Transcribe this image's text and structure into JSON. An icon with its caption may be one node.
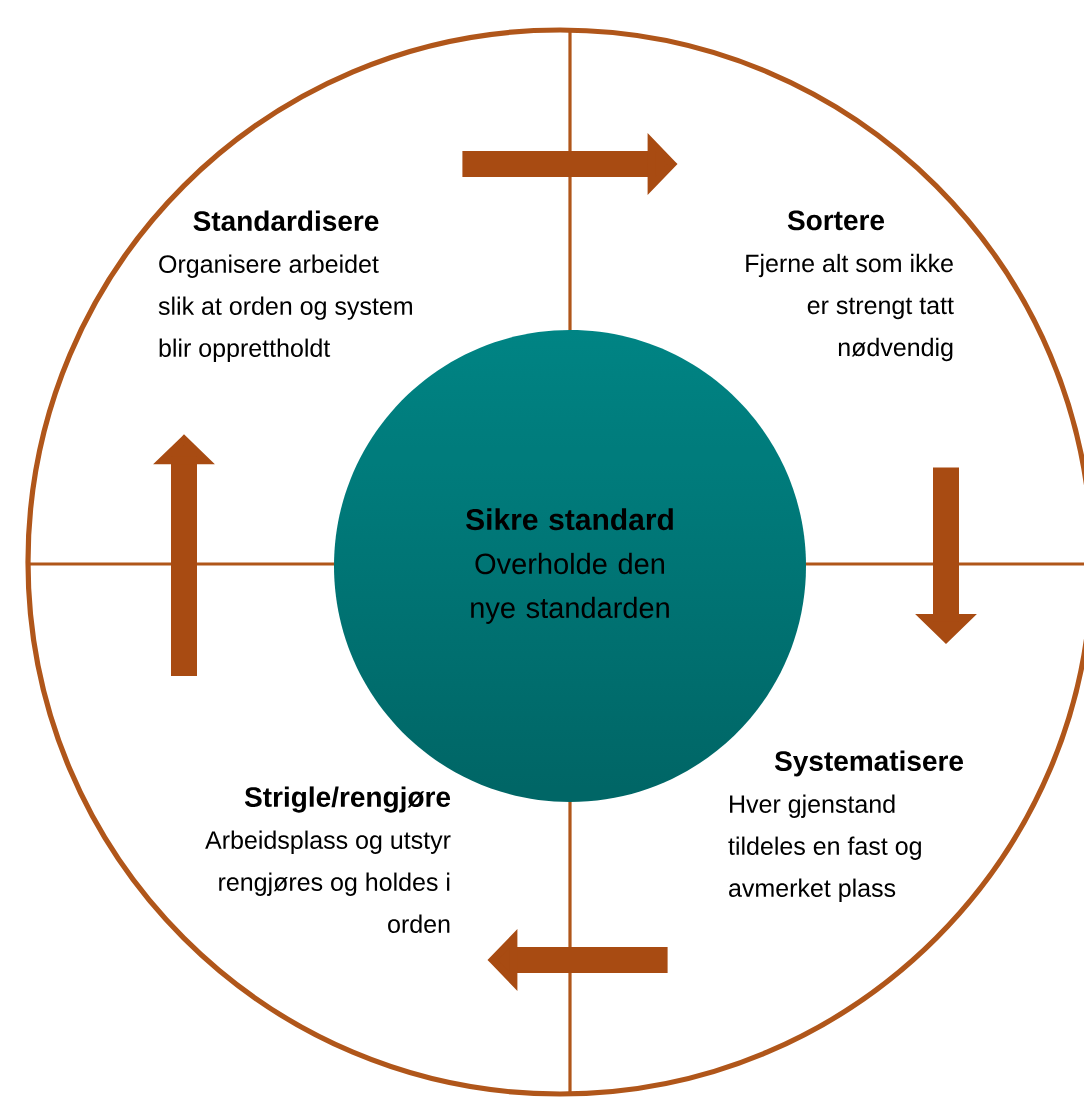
{
  "diagram": {
    "nodes": [
      {
        "text": [],
        "shape": "circle"
      },
      {
        "text": [
          "Standardisere",
          "Organisere arbeidet slik at orden og system blir opprettholdt"
        ],
        "in": 0
      },
      {
        "text": [
          "Sortere",
          "Fjerne alt som ikke er strengt tatt nødvendig"
        ],
        "in": 0
      },
      {
        "text": [
          "Sikre standard",
          "Overholde den nye standarden"
        ],
        "in": 0
      },
      {
        "text": [
          "Systematisere",
          "Hver gjenstand tildeles en fast og avmerket plass"
        ],
        "in": 0
      },
      {
        "text": [
          "Strigle/rengjøre",
          "Arbeidsplass og utstyr rengjøres og holdes i orden"
        ],
        "in": 0
      }
    ],
    "edges": [
      {
        "from": 1,
        "to": 2,
        "arrow": "to"
      },
      {
        "from": 2,
        "to": 4,
        "arrow": "to"
      },
      {
        "from": 4,
        "to": 5,
        "arrow": "to"
      },
      {
        "from": 5,
        "to": 1,
        "arrow": "to"
      }
    ]
  }
}
